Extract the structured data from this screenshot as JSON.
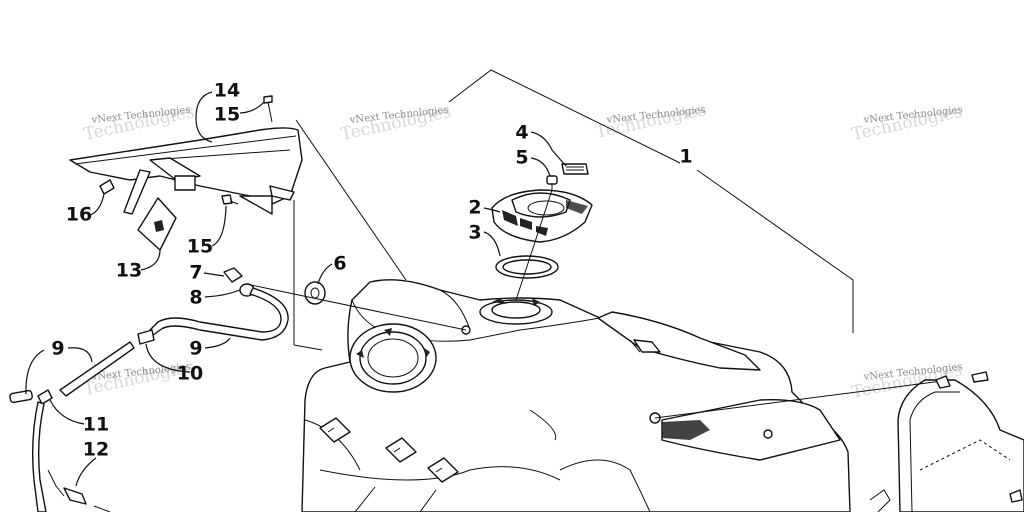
{
  "watermark": {
    "text": "vNext Technologies",
    "faint_text": "Technologies"
  },
  "callouts": [
    {
      "id": "c1",
      "label": "1"
    },
    {
      "id": "c2",
      "label": "2"
    },
    {
      "id": "c3",
      "label": "3"
    },
    {
      "id": "c4",
      "label": "4"
    },
    {
      "id": "c5",
      "label": "5"
    },
    {
      "id": "c6",
      "label": "6"
    },
    {
      "id": "c7",
      "label": "7"
    },
    {
      "id": "c8",
      "label": "8"
    },
    {
      "id": "c9a",
      "label": "9"
    },
    {
      "id": "c9b",
      "label": "9"
    },
    {
      "id": "c10",
      "label": "10"
    },
    {
      "id": "c11",
      "label": "11"
    },
    {
      "id": "c12",
      "label": "12"
    },
    {
      "id": "c13",
      "label": "13"
    },
    {
      "id": "c14",
      "label": "14"
    },
    {
      "id": "c15a",
      "label": "15"
    },
    {
      "id": "c15b",
      "label": "15"
    },
    {
      "id": "c16",
      "label": "16"
    }
  ]
}
